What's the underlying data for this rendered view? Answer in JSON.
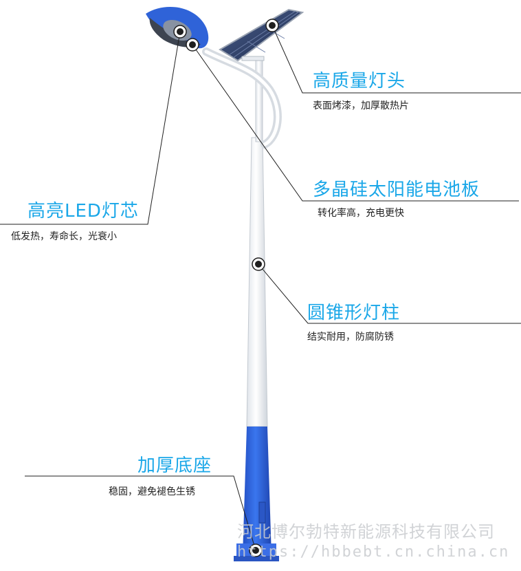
{
  "features": [
    {
      "title": "高质量灯头",
      "desc": "表面烤漆，加厚散热片"
    },
    {
      "title": "多晶硅太阳能电池板",
      "desc": "转化率高，充电更快"
    },
    {
      "title": "高亮LED灯芯",
      "desc": "低发热，寿命长，光衰小"
    },
    {
      "title": "圆锥形灯柱",
      "desc": "结实耐用，防腐防锈"
    },
    {
      "title": "加厚底座",
      "desc": "稳固，避免褪色生锈"
    }
  ],
  "watermark": {
    "company": "河北博尔勃特新能源科技有限公司",
    "url": "https://hbbebt.cn.china.cn"
  },
  "colors": {
    "title": "#1aa7e8",
    "pole_blue": "#2f63d8",
    "pole_white": "#f1f4f7",
    "line": "#1f1f1f"
  }
}
